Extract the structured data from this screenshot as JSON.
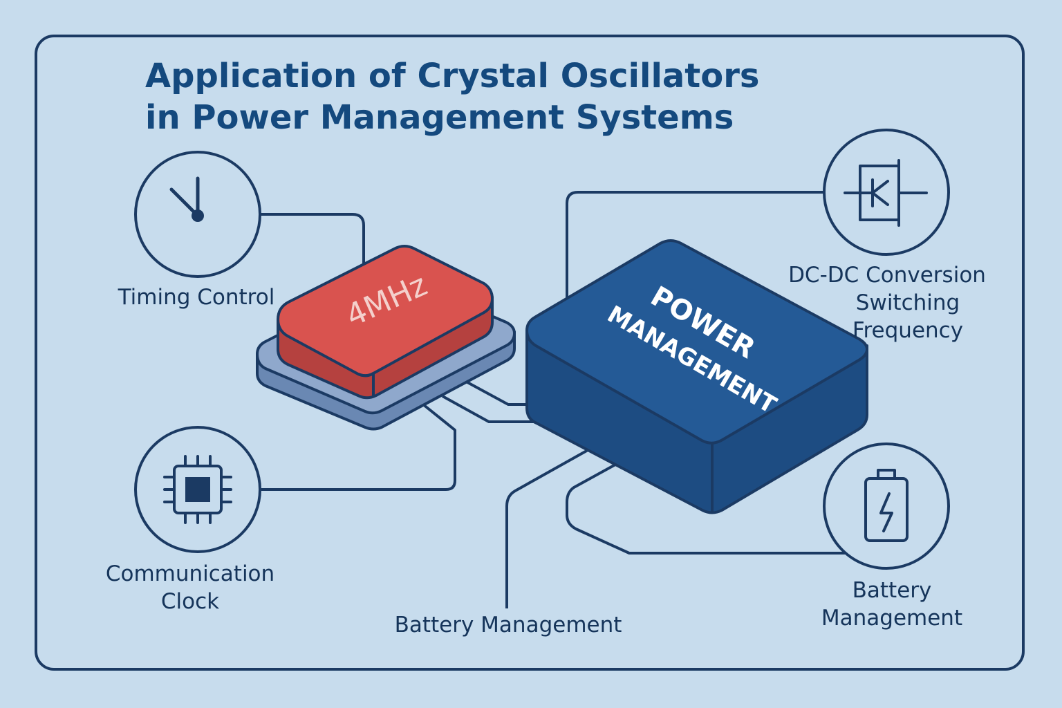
{
  "title": {
    "line1": "Application of Crystal Oscillators",
    "line2": "in Power Management Systems"
  },
  "crystal": {
    "label": "4MHz"
  },
  "power_block": {
    "line1": "POWER",
    "line2": "MANAGEMENT"
  },
  "nodes": {
    "timing": {
      "label": "Timing Control",
      "icon": "clock-icon"
    },
    "communication": {
      "line1": "Communication",
      "line2": "Clock",
      "icon": "chip-icon"
    },
    "battery_bottom": {
      "label": "Battery Management"
    },
    "dcdc": {
      "line1": "DC-DC Conversion",
      "line2": "Switching",
      "line3": "Frequency",
      "icon": "transistor-icon"
    },
    "battery_right": {
      "line1": "Battery",
      "line2": "Management",
      "icon": "battery-icon"
    }
  },
  "colors": {
    "background": "#c7dced",
    "outline": "#1b3a63",
    "title": "#14497e",
    "crystal_red": "#d9534f",
    "power_blue": "#245a96"
  }
}
